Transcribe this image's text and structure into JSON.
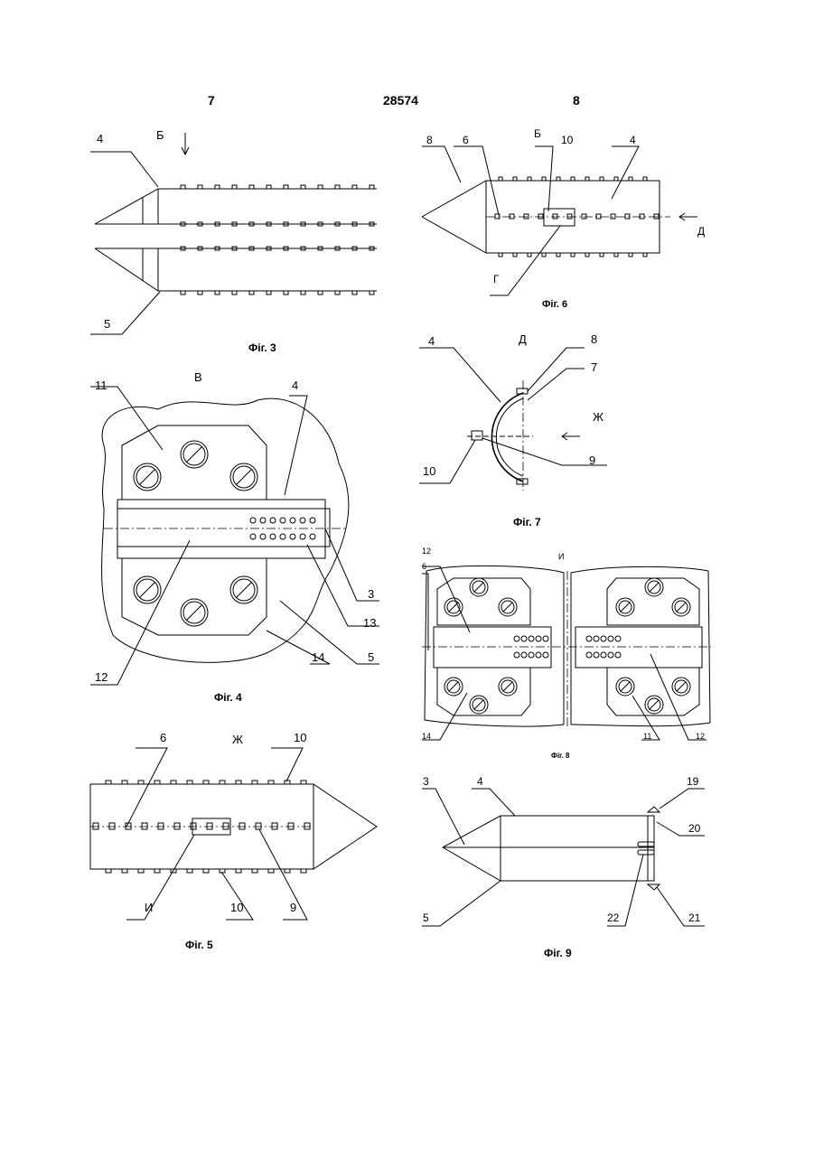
{
  "header": {
    "left_page": "7",
    "patent_number": "28574",
    "right_page": "8"
  },
  "fig3": {
    "caption": "Фіг. 3",
    "view": "Б",
    "labels": {
      "top": "4",
      "bottom": "5"
    }
  },
  "fig4": {
    "caption": "Фіг. 4",
    "view": "В",
    "labels": {
      "a": "11",
      "b": "4",
      "c": "3",
      "d": "13",
      "e": "5",
      "f": "14",
      "g": "12"
    }
  },
  "fig5": {
    "caption": "Фіг. 5",
    "view": "Ж",
    "labels": {
      "a": "6",
      "b": "10",
      "c": "И",
      "d": "10",
      "e": "9"
    }
  },
  "fig6": {
    "caption": "Фіг. 6",
    "view": "Б",
    "labels": {
      "a": "8",
      "b": "6",
      "c": "10",
      "d": "4",
      "e": "Д",
      "f": "Г"
    }
  },
  "fig7": {
    "caption": "Фіг. 7",
    "view": "Д",
    "labels": {
      "a": "4",
      "b": "8",
      "c": "7",
      "d": "Ж",
      "e": "10",
      "f": "9"
    }
  },
  "fig8": {
    "caption": "Фіг. 8",
    "view": "И",
    "labels": {
      "a": "12",
      "b": "6",
      "c": "14",
      "d": "11",
      "e": "12"
    }
  },
  "fig9": {
    "caption": "Фіг. 9",
    "labels": {
      "a": "3",
      "b": "4",
      "c": "19",
      "d": "20",
      "e": "5",
      "f": "22",
      "g": "21"
    }
  }
}
